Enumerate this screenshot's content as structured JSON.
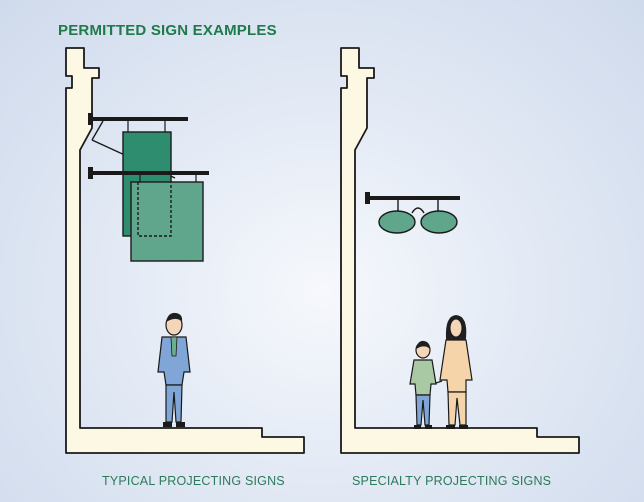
{
  "title": "PERMITTED SIGN EXAMPLES",
  "captions": {
    "typical": "TYPICAL PROJECTING SIGNS",
    "specialty": "SPECIALTY PROJECTING SIGNS"
  },
  "colors": {
    "title": "#1f7a4a",
    "caption": "#2c7a5a",
    "sign_fill": "#2f8d6f",
    "sign_fill_light": "#5fa68c",
    "wall_fill": "#fdf8e4",
    "wall_outline": "#1a1a1a"
  }
}
